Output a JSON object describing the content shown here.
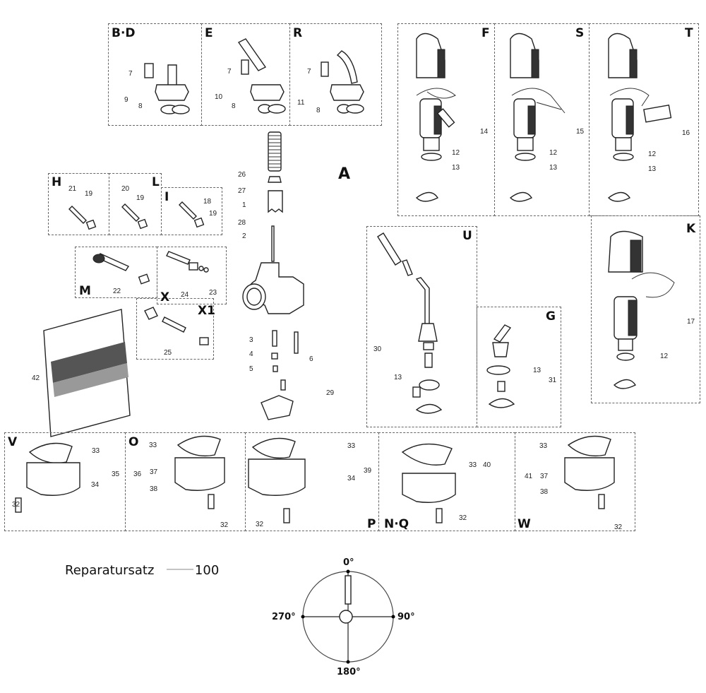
{
  "diagram": {
    "main_label": "A",
    "groups": {
      "bd": {
        "label": "B·D",
        "parts": [
          "7",
          "9",
          "8"
        ]
      },
      "e": {
        "label": "E",
        "parts": [
          "7",
          "10",
          "8"
        ]
      },
      "r": {
        "label": "R",
        "parts": [
          "7",
          "11",
          "8"
        ]
      },
      "f": {
        "label": "F",
        "parts": [
          "14",
          "12",
          "13"
        ]
      },
      "s": {
        "label": "S",
        "parts": [
          "15",
          "12",
          "13"
        ]
      },
      "t": {
        "label": "T",
        "parts": [
          "16",
          "12",
          "13"
        ]
      },
      "h": {
        "label": "H",
        "parts": [
          "21",
          "19"
        ]
      },
      "l": {
        "label": "L",
        "parts": [
          "20",
          "19"
        ]
      },
      "i": {
        "label": "I",
        "parts": [
          "18",
          "19"
        ]
      },
      "m": {
        "label": "M",
        "parts": [
          "22"
        ]
      },
      "x": {
        "label": "X",
        "parts": [
          "24",
          "23"
        ]
      },
      "x1": {
        "label": "X1",
        "parts": [
          "25"
        ]
      },
      "u": {
        "label": "U",
        "parts": [
          "30",
          "13"
        ]
      },
      "g": {
        "label": "G",
        "parts": [
          "13",
          "31"
        ]
      },
      "k": {
        "label": "K",
        "parts": [
          "17",
          "12"
        ]
      },
      "v": {
        "label": "V",
        "parts": [
          "33",
          "35",
          "34",
          "32"
        ]
      },
      "o": {
        "label": "O",
        "parts": [
          "33",
          "36",
          "37",
          "38",
          "32"
        ]
      },
      "p": {
        "label": "P",
        "parts": [
          "33",
          "39",
          "34",
          "32"
        ]
      },
      "nq": {
        "label": "N·Q",
        "parts": [
          "33",
          "40",
          "32"
        ]
      },
      "w": {
        "label": "W",
        "parts": [
          "33",
          "41",
          "37",
          "38",
          "32"
        ]
      }
    },
    "main_parts": [
      "26",
      "27",
      "1",
      "28",
      "2",
      "3",
      "4",
      "5",
      "6",
      "29"
    ],
    "bag_part": "42",
    "repair_kit": {
      "label": "Reparatursatz",
      "number": "100"
    },
    "orientation": {
      "top": "0°",
      "right": "90°",
      "bottom": "180°",
      "left": "270°"
    }
  }
}
